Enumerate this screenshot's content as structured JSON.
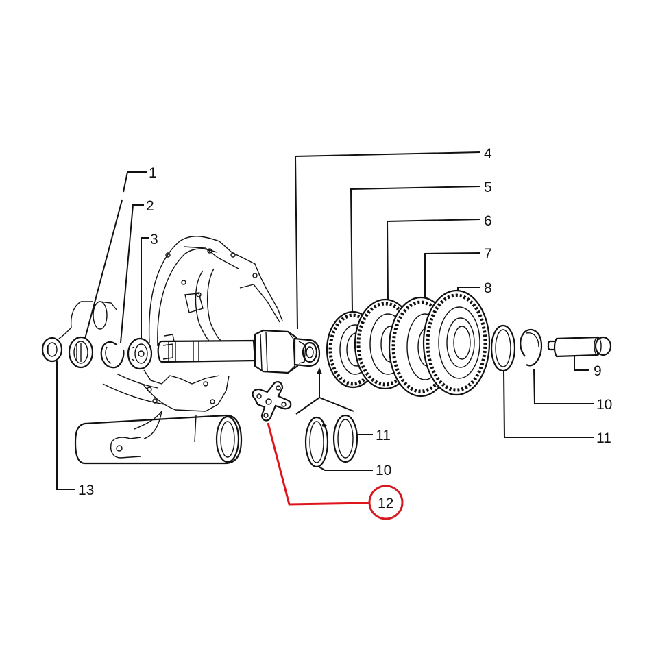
{
  "diagram": {
    "type": "exploded-parts-diagram",
    "subject": "gearbox cluster shaft assembly",
    "highlight_color": "#d41920",
    "line_color": "#111111",
    "background": "#ffffff",
    "callouts": [
      {
        "id": "1",
        "label": "1",
        "part": "bearing"
      },
      {
        "id": "2",
        "label": "2",
        "part": "circlip"
      },
      {
        "id": "3",
        "label": "3",
        "part": "bearing"
      },
      {
        "id": "4",
        "label": "4",
        "part": "main shaft"
      },
      {
        "id": "5",
        "label": "5",
        "part": "gear"
      },
      {
        "id": "6",
        "label": "6",
        "part": "gear"
      },
      {
        "id": "7",
        "label": "7",
        "part": "gear"
      },
      {
        "id": "8",
        "label": "8",
        "part": "gear"
      },
      {
        "id": "9",
        "label": "9",
        "part": "selector rod"
      },
      {
        "id": "10a",
        "label": "10",
        "part": "circlip"
      },
      {
        "id": "11a",
        "label": "11",
        "part": "shim ring"
      },
      {
        "id": "10b",
        "label": "10",
        "part": "circlip (kit)"
      },
      {
        "id": "11b",
        "label": "11",
        "part": "shim ring (kit)"
      },
      {
        "id": "12",
        "label": "12",
        "part": "cross selector",
        "highlighted": true
      },
      {
        "id": "13",
        "label": "13",
        "part": "oil seal"
      }
    ]
  }
}
